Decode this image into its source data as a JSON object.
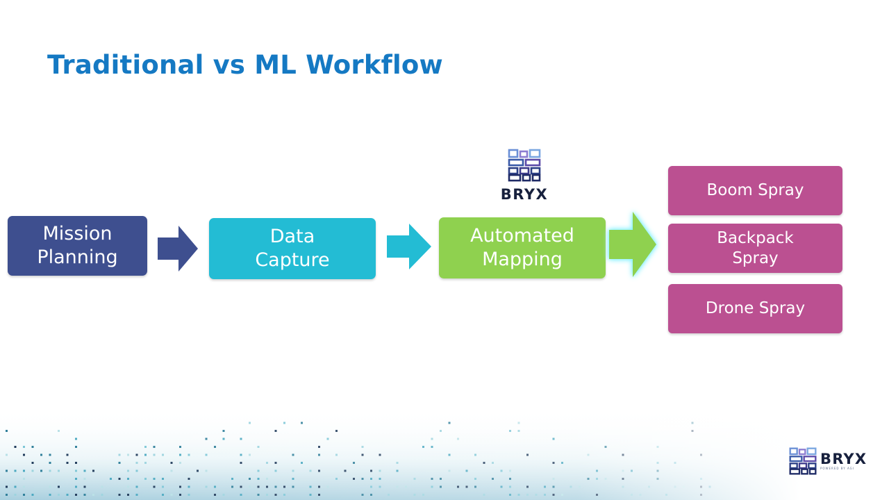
{
  "title": "Traditional vs ML Workflow",
  "steps": [
    {
      "line1": "Mission",
      "line2": "Planning",
      "color": "#3e4f8f"
    },
    {
      "line1": "Data",
      "line2": "Capture",
      "color": "#23bcd4"
    },
    {
      "line1": "Automated",
      "line2": "Mapping",
      "color": "#8fd14f"
    }
  ],
  "options": [
    {
      "line1": "Boom Spray"
    },
    {
      "line1": "Backpack",
      "line2": "Spray"
    },
    {
      "line1": "Drone Spray"
    }
  ],
  "option_color": "#bb5091",
  "brand": {
    "name": "BRYX",
    "tagline": "POWERED BY AGI"
  },
  "colors": {
    "title": "#1579c3",
    "logo_text": "#17203d"
  },
  "icons": [
    "bryx-logo-icon",
    "arrow-right-icon",
    "dot-pattern-decoration"
  ]
}
